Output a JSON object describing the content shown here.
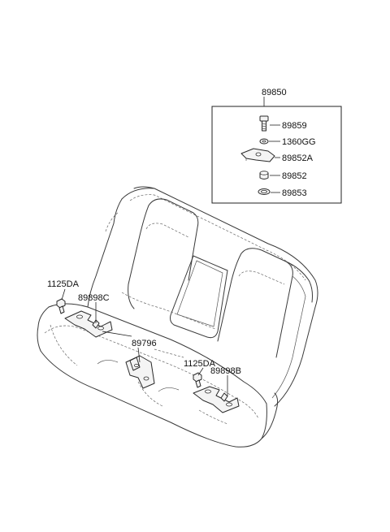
{
  "colors": {
    "line": "#3a3a3a",
    "text": "#111111",
    "background": "#ffffff"
  },
  "assembly_label": "89850",
  "kit_parts": [
    {
      "label": "89859",
      "icon": "bolt-icon"
    },
    {
      "label": "1360GG",
      "icon": "washer-icon"
    },
    {
      "label": "89852A",
      "icon": "bracket-icon"
    },
    {
      "label": "89852",
      "icon": "nut-icon"
    },
    {
      "label": "89853",
      "icon": "ring-icon"
    }
  ],
  "callouts": [
    {
      "label": "1125DA"
    },
    {
      "label": "89898C"
    },
    {
      "label": "89796"
    },
    {
      "label": "1125DA"
    },
    {
      "label": "89898B"
    }
  ]
}
